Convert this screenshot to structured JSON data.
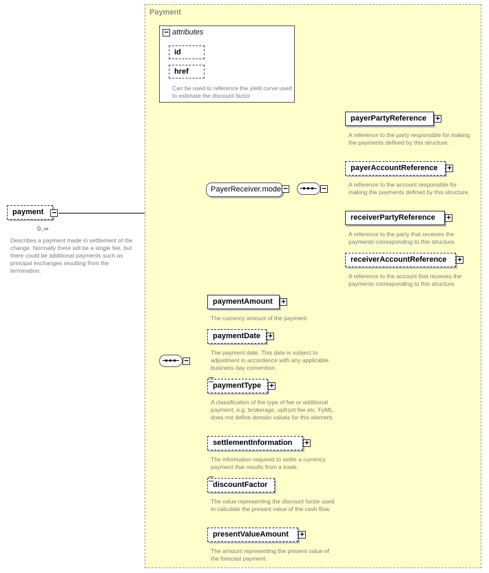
{
  "root": {
    "name": "payment",
    "occurrence": "0..∞",
    "description": "Describes a payment made in settlement of the change. Normally there will be a single fee, but there could be additional payments such as principal exchanges resulting from the termination."
  },
  "type_name": "Payment",
  "attributes": {
    "heading": "attributes",
    "items": [
      "id",
      "href"
    ],
    "description": "Can be used to reference the yield curve used to estimate the discount factor"
  },
  "model_group": {
    "name": "PayerReceiver.model"
  },
  "party_elements": [
    {
      "name": "payerPartyReference",
      "description": "A reference to the party responsible for making the payments defined by this structure."
    },
    {
      "name": "payerAccountReference",
      "description": "A reference to the account responsible for making the payments defined by this structure."
    },
    {
      "name": "receiverPartyReference",
      "description": "A reference to the party that receives the payments corresponding to this structure."
    },
    {
      "name": "receiverAccountReference",
      "description": "A reference to the account that receives the payments corresponding to this structure."
    }
  ],
  "elements": [
    {
      "name": "paymentAmount",
      "description": "The currency amount of the payment."
    },
    {
      "name": "paymentDate",
      "description": "The payment date. This date is subject to adjustment in accordance with any applicable business day convention."
    },
    {
      "name": "paymentType",
      "description": "A classification of the type of fee or additional payment, e.g. brokerage, upfront fee etc. FpML does not define domain values for this element."
    },
    {
      "name": "settlementInformation",
      "description": "The information required to settle a currency payment that results from a trade."
    },
    {
      "name": "discountFactor",
      "description": "The value representing the discount factor used to calculate the present value of the cash flow."
    },
    {
      "name": "presentValueAmount",
      "description": "The amount representing the present value of the forecast payment."
    }
  ]
}
